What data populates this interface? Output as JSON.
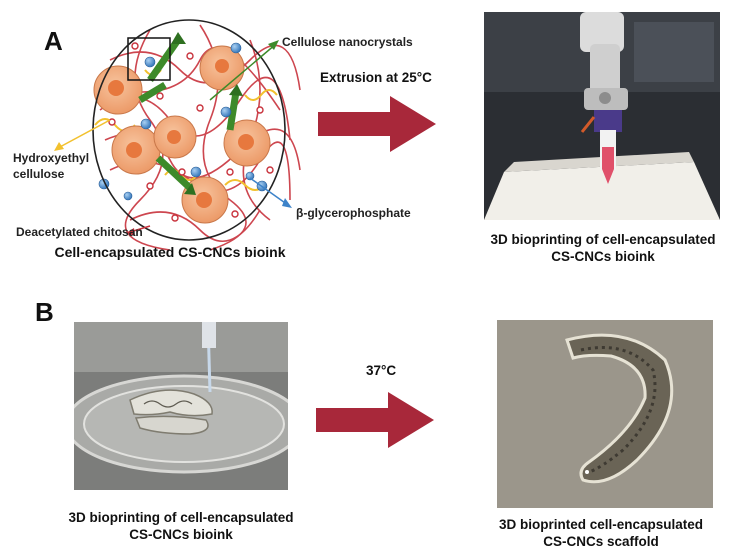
{
  "panel_a": {
    "letter": "A",
    "labels": {
      "cnc": "Cellulose nanocrystals",
      "hec_line1": "Hydroxyethyl",
      "hec_line2": "cellulose",
      "bgp": "β-glycerophosphate",
      "chitosan": "Deacetylated chitosan"
    },
    "left_caption": "Cell-encapsulated CS-CNCs bioink",
    "arrow_label": "Extrusion at 25°C",
    "right_caption_line1": "3D bioprinting of cell-encapsulated",
    "right_caption_line2": "CS-CNCs bioink"
  },
  "panel_b": {
    "letter": "B",
    "arrow_label": "37°C",
    "left_caption_line1": "3D bioprinting of cell-encapsulated",
    "left_caption_line2": "CS-CNCs bioink",
    "right_caption_line1": "3D bioprinted  cell-encapsulated",
    "right_caption_line2": "CS-CNCs scaffold"
  },
  "colors": {
    "arrow": "#a8283a",
    "cell": "#f0a77a",
    "nucleus": "#e7783e",
    "cnc": "#3d8a2a",
    "chitosan": "#c8323c",
    "bgp": "#3d83c9",
    "hec": "#f2c12e"
  }
}
